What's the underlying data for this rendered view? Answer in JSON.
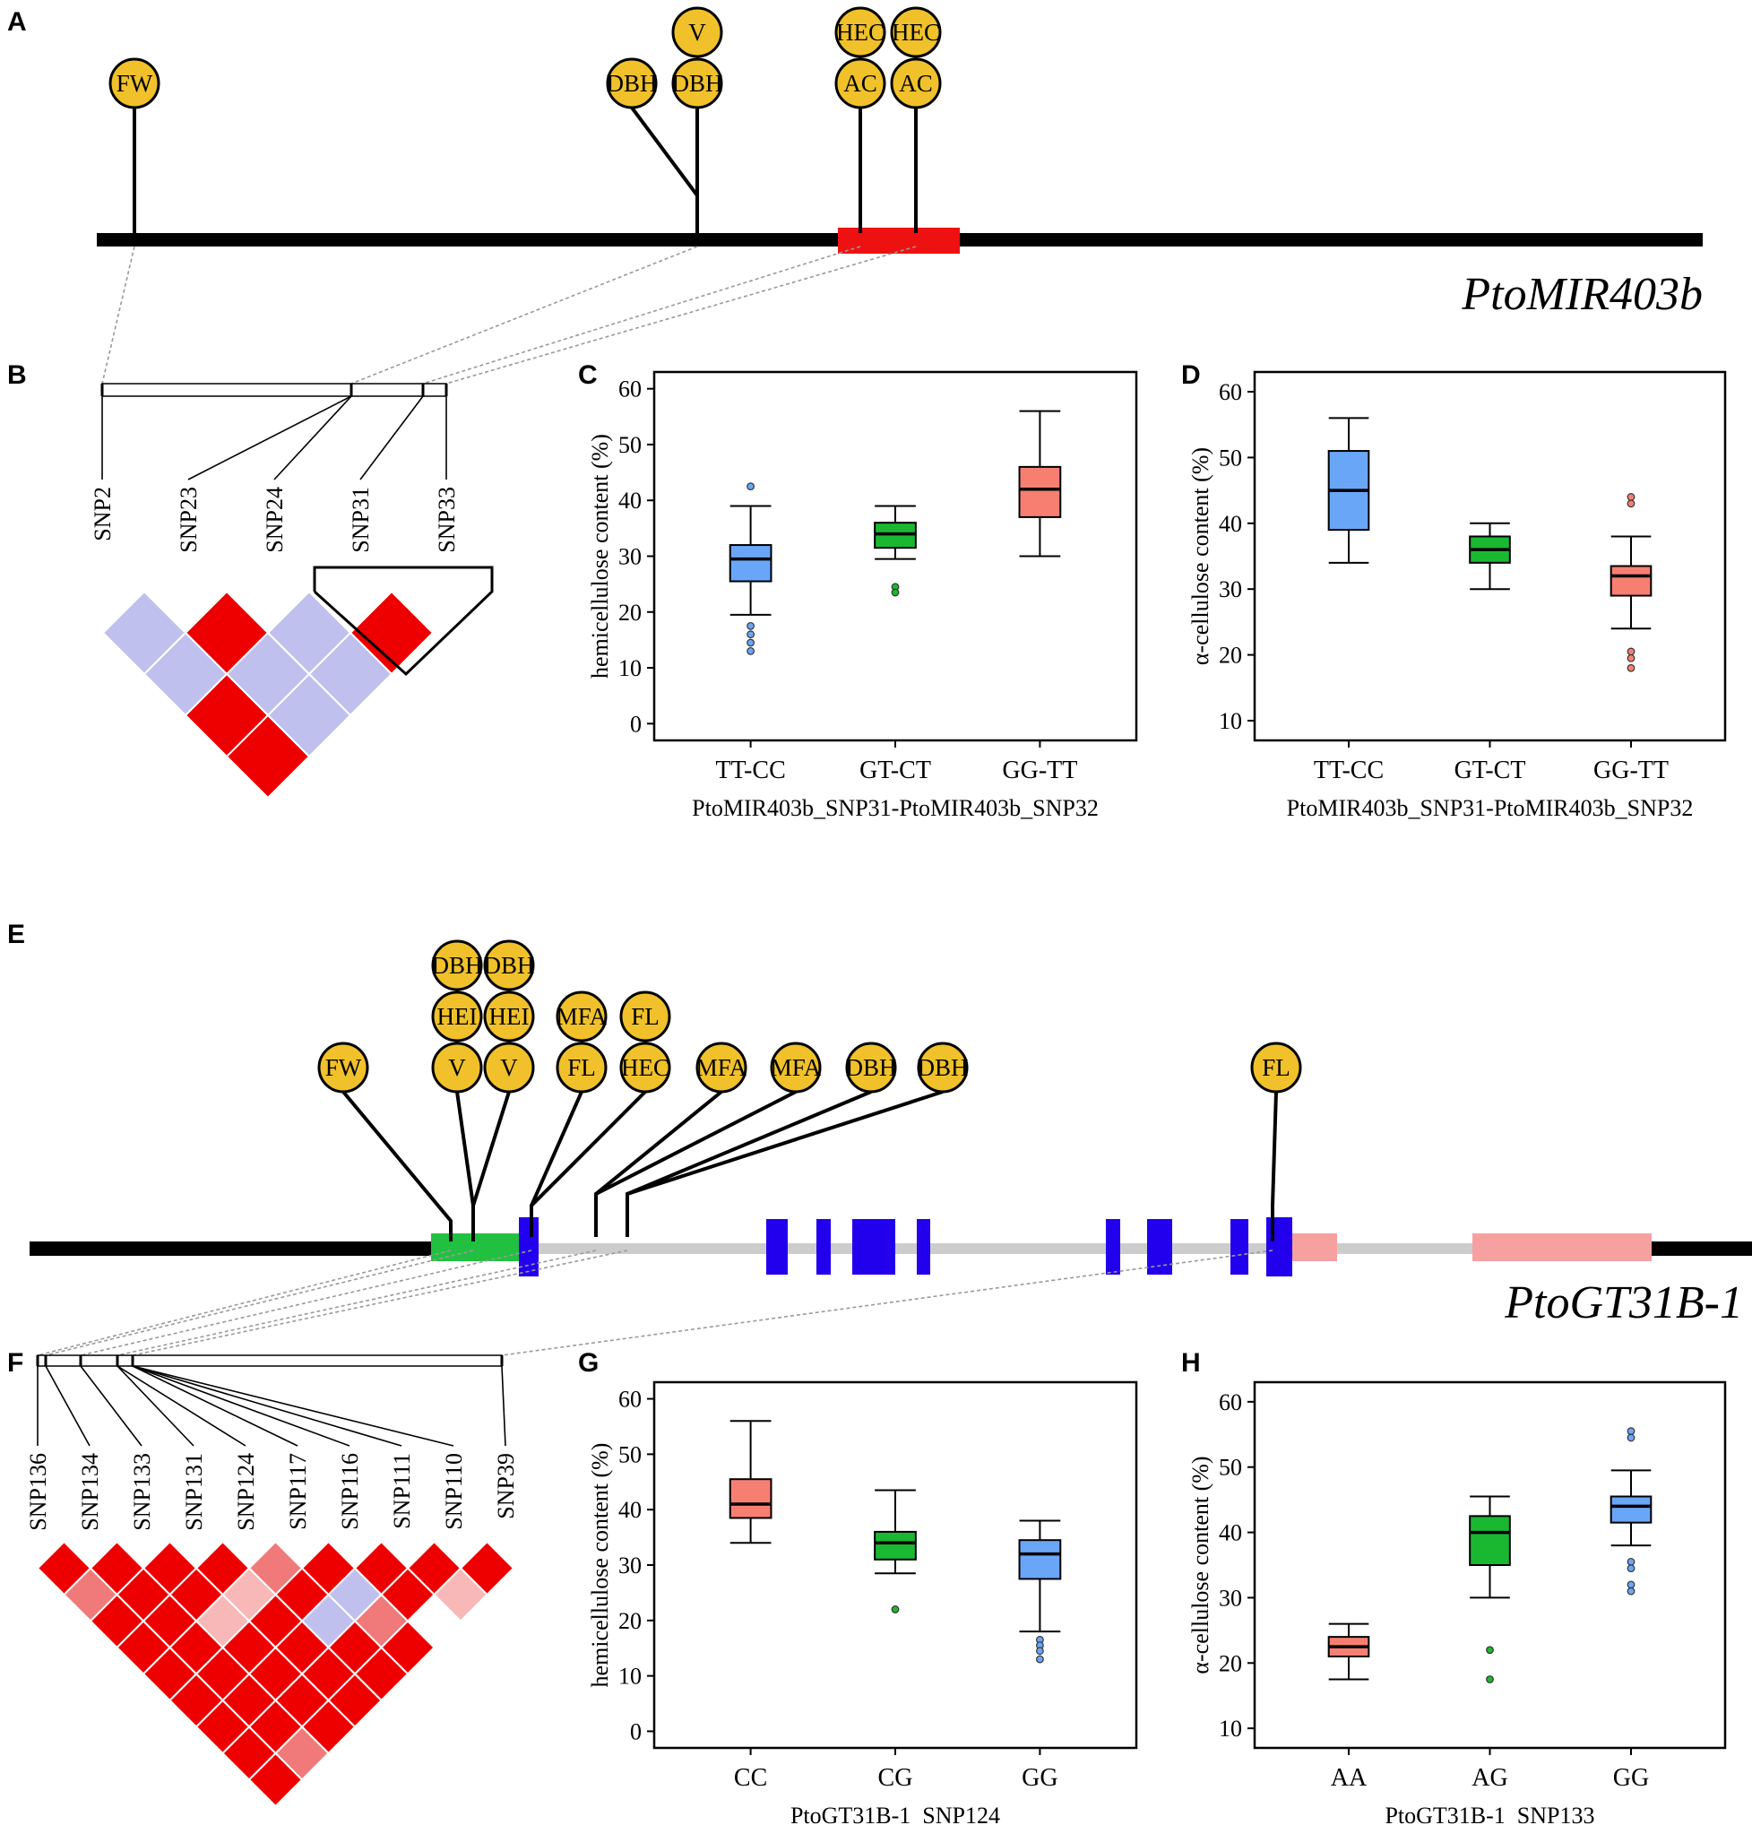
{
  "panel_labels": [
    "A",
    "B",
    "C",
    "D",
    "E",
    "F",
    "G",
    "H"
  ],
  "gene_names": {
    "top": "PtoMIR403b",
    "bottom": "PtoGT31B-1"
  },
  "colors": {
    "lollipop_fill": "#f0c12a",
    "red_feature": "#ee1111",
    "green_feature": "#22c040",
    "blue_feature": "#2200ee",
    "pink_feature": "#f7a0a0",
    "gray_feature": "#cccccc",
    "ld_red": "#ee0000",
    "ld_lavender": "#c0c0ee",
    "ld_pink": "#f07a7a",
    "ld_light": "#f8b8b8",
    "box_blue": "#6aa6f8",
    "box_green": "#1ab830",
    "box_red": "#f67f72"
  },
  "panelA": {
    "lollipops": [
      {
        "stems": [
          [
            "FW"
          ]
        ]
      },
      {
        "stems": [
          [
            "DBH"
          ],
          [
            "DBH",
            "V"
          ]
        ]
      },
      {
        "stems": [
          [
            "AC",
            "HEC"
          ]
        ]
      },
      {
        "stems": [
          [
            "AC",
            "HEC"
          ]
        ]
      }
    ]
  },
  "panelB": {
    "snps": [
      "SNP2",
      "SNP23",
      "SNP24",
      "SNP31",
      "SNP33"
    ],
    "ld_matrix": [
      [
        "lavender",
        "red",
        "lavender",
        "red"
      ],
      [
        "lavender",
        "lavender",
        "lavender"
      ],
      [
        "red",
        "lavender"
      ],
      [
        "red"
      ]
    ]
  },
  "panelE": {
    "lollipops": [
      {
        "stems": [
          [
            "FW"
          ]
        ]
      },
      {
        "stems": [
          [
            "V",
            "HEI",
            "DBH"
          ],
          [
            "V",
            "HEI",
            "DBH"
          ]
        ]
      },
      {
        "stems": [
          [
            "FL",
            "MFA"
          ],
          [
            "HEC",
            "FL"
          ]
        ]
      },
      {
        "stems": [
          [
            "MFA"
          ],
          [
            "MFA"
          ]
        ]
      },
      {
        "stems": [
          [
            "DBH"
          ],
          [
            "DBH"
          ]
        ]
      },
      {
        "stems": [
          [
            "FL"
          ]
        ]
      }
    ]
  },
  "panelF": {
    "snps": [
      "SNP136",
      "SNP134",
      "SNP133",
      "SNP131",
      "SNP124",
      "SNP117",
      "SNP116",
      "SNP111",
      "SNP110",
      "SNP39"
    ],
    "ld_matrix": [
      [
        "red",
        "red",
        "red",
        "red",
        "pink",
        "red",
        "red",
        "red",
        "red"
      ],
      [
        "pink",
        "red",
        "red",
        "light",
        "red",
        "lavender",
        "red",
        "light"
      ],
      [
        "red",
        "red",
        "light",
        "red",
        "lavender",
        "pink"
      ],
      [
        "red",
        "red",
        "red",
        "red",
        "red",
        "red"
      ],
      [
        "red",
        "red",
        "red",
        "red",
        "red"
      ],
      [
        "red",
        "red",
        "red",
        "red"
      ],
      [
        "red",
        "red",
        "red"
      ],
      [
        "red",
        "pink"
      ],
      [
        "red"
      ]
    ]
  },
  "chart_data": [
    {
      "panel": "C",
      "type": "box",
      "xlabel": "PtoMIR403b_SNP31-PtoMIR403b_SNP32",
      "ylabel": "hemicellulose content (%)",
      "ylim": [
        -3,
        63
      ],
      "yticks": [
        0,
        10,
        20,
        30,
        40,
        50,
        60
      ],
      "categories": [
        "TT-CC",
        "GT-CT",
        "GG-TT"
      ],
      "series": [
        {
          "category": "TT-CC",
          "color": "#6aa6f8",
          "min": 19.5,
          "q1": 25.5,
          "median": 29.5,
          "q3": 32,
          "max": 39,
          "outliers": [
            42.5,
            17.5,
            16,
            14.5,
            13
          ]
        },
        {
          "category": "GT-CT",
          "color": "#1ab830",
          "min": 29.5,
          "q1": 31.5,
          "median": 34,
          "q3": 36,
          "max": 39,
          "outliers": [
            24.5,
            23.5
          ]
        },
        {
          "category": "GG-TT",
          "color": "#f67f72",
          "min": 30,
          "q1": 37,
          "median": 42,
          "q3": 46,
          "max": 56,
          "outliers": []
        }
      ]
    },
    {
      "panel": "D",
      "type": "box",
      "xlabel": "PtoMIR403b_SNP31-PtoMIR403b_SNP32",
      "ylabel": "α-cellulose content (%)",
      "ylim": [
        7,
        63
      ],
      "yticks": [
        10,
        20,
        30,
        40,
        50,
        60
      ],
      "categories": [
        "TT-CC",
        "GT-CT",
        "GG-TT"
      ],
      "series": [
        {
          "category": "TT-CC",
          "color": "#6aa6f8",
          "min": 34,
          "q1": 39,
          "median": 45,
          "q3": 51,
          "max": 56,
          "outliers": []
        },
        {
          "category": "GT-CT",
          "color": "#1ab830",
          "min": 30,
          "q1": 34,
          "median": 36,
          "q3": 38,
          "max": 40,
          "outliers": []
        },
        {
          "category": "GG-TT",
          "color": "#f67f72",
          "min": 24,
          "q1": 29,
          "median": 32,
          "q3": 33.5,
          "max": 38,
          "outliers": [
            44,
            43,
            20.5,
            19.5,
            18
          ]
        }
      ]
    },
    {
      "panel": "G",
      "type": "box",
      "xlabel": "PtoGT31B-1_SNP124",
      "ylabel": "hemicellulose content (%)",
      "ylim": [
        -3,
        63
      ],
      "yticks": [
        0,
        10,
        20,
        30,
        40,
        50,
        60
      ],
      "categories": [
        "CC",
        "CG",
        "GG"
      ],
      "series": [
        {
          "category": "CC",
          "color": "#f67f72",
          "min": 34,
          "q1": 38.5,
          "median": 41,
          "q3": 45.5,
          "max": 56,
          "outliers": []
        },
        {
          "category": "CG",
          "color": "#1ab830",
          "min": 28.5,
          "q1": 31,
          "median": 34,
          "q3": 36,
          "max": 43.5,
          "outliers": [
            22
          ]
        },
        {
          "category": "GG",
          "color": "#6aa6f8",
          "min": 18,
          "q1": 27.5,
          "median": 32,
          "q3": 34.5,
          "max": 38,
          "outliers": [
            16.5,
            15.5,
            14.5,
            13
          ]
        }
      ]
    },
    {
      "panel": "H",
      "type": "box",
      "xlabel": "PtoGT31B-1_SNP133",
      "ylabel": "α-cellulose content (%)",
      "ylim": [
        7,
        63
      ],
      "yticks": [
        10,
        20,
        30,
        40,
        50,
        60
      ],
      "categories": [
        "AA",
        "AG",
        "GG"
      ],
      "series": [
        {
          "category": "AA",
          "color": "#f67f72",
          "min": 17.5,
          "q1": 21,
          "median": 22.5,
          "q3": 24,
          "max": 26,
          "outliers": []
        },
        {
          "category": "AG",
          "color": "#1ab830",
          "min": 30,
          "q1": 35,
          "median": 40,
          "q3": 42.5,
          "max": 45.5,
          "outliers": [
            22,
            17.5
          ]
        },
        {
          "category": "GG",
          "color": "#6aa6f8",
          "min": 38,
          "q1": 41.5,
          "median": 44,
          "q3": 45.5,
          "max": 49.5,
          "outliers": [
            55.5,
            54.5,
            35.5,
            34.5,
            32,
            31
          ]
        }
      ]
    }
  ]
}
